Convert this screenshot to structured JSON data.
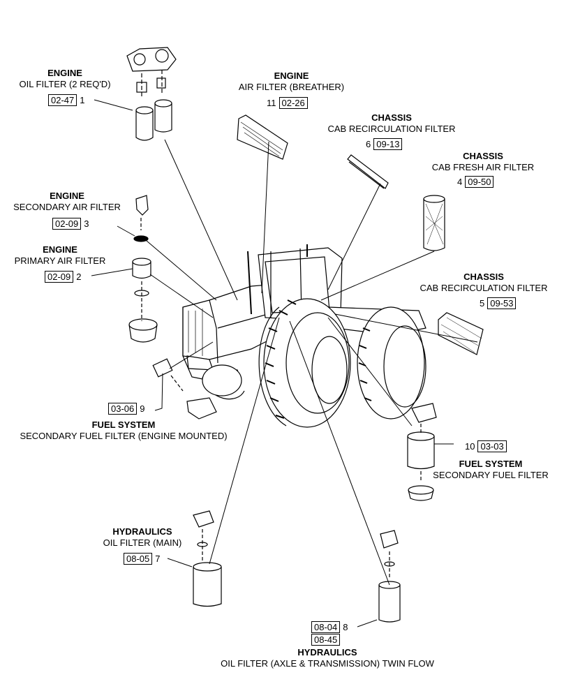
{
  "callouts": [
    {
      "system": "ENGINE",
      "name": "OIL FILTER (2 REQ'D)",
      "ref": "02-47",
      "item": "1"
    },
    {
      "system": "ENGINE",
      "name": "AIR FILTER (BREATHER)",
      "ref": "02-26",
      "item": "11"
    },
    {
      "system": "CHASSIS",
      "name": "CAB RECIRCULATION FILTER",
      "ref": "09-13",
      "item": "6"
    },
    {
      "system": "CHASSIS",
      "name": "CAB FRESH AIR FILTER",
      "ref": "09-50",
      "item": "4"
    },
    {
      "system": "ENGINE",
      "name": "SECONDARY AIR FILTER",
      "ref": "02-09",
      "item": "3"
    },
    {
      "system": "ENGINE",
      "name": "PRIMARY AIR FILTER",
      "ref": "02-09",
      "item": "2"
    },
    {
      "system": "CHASSIS",
      "name": "CAB RECIRCULATION FILTER",
      "ref": "09-53",
      "item": "5"
    },
    {
      "system": "FUEL SYSTEM",
      "name": "SECONDARY FUEL FILTER (ENGINE MOUNTED)",
      "ref": "03-06",
      "item": "9"
    },
    {
      "system": "FUEL SYSTEM",
      "name": "SECONDARY FUEL FILTER",
      "ref": "03-03",
      "item": "10"
    },
    {
      "system": "HYDRAULICS",
      "name": "OIL FILTER (MAIN)",
      "ref": "08-05",
      "item": "7"
    },
    {
      "system": "HYDRAULICS",
      "name": "OIL FILTER (AXLE & TRANSMISSION) TWIN FLOW",
      "ref": "08-04",
      "ref2": "08-45",
      "item": "8"
    }
  ]
}
